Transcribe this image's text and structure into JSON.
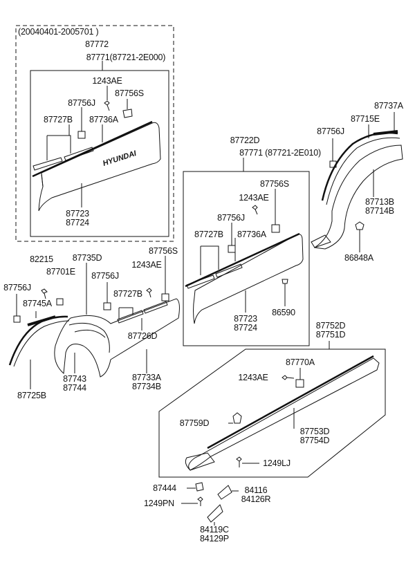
{
  "diagram": {
    "top_left_group": {
      "date_range": "(20040401-2005701 )",
      "assembly_no": "87772",
      "kit_label": "87771(87721-2E000)",
      "parts": {
        "screw": "1243AE",
        "clip_s": "87756S",
        "clip_j": "87756J",
        "tape_b": "87727B",
        "tape_a": "87736A",
        "molding_l1": "87723",
        "molding_l2": "87724"
      },
      "emblem_text": "HYUNDAI"
    },
    "right_group": {
      "assembly_no": "87722D",
      "kit_label": "87771  (87721-2E010)",
      "parts": {
        "clip_s": "87756S",
        "screw": "1243AE",
        "clip_j": "87756J",
        "tape_b": "87727B",
        "tape_a": "87736A",
        "clip_bottom": "86590",
        "molding_l1": "87723",
        "molding_l2": "87724"
      }
    },
    "rear_arch": {
      "tape": "87737A",
      "clip_j": "87756J",
      "molding": "87715E",
      "panel_l1": "87713B",
      "panel_l2": "87714B",
      "nut": "86848A"
    },
    "front_arch": {
      "screw_a": "82215",
      "screw_b": "87701E",
      "molding_d": "87735D",
      "clip_s": "87756S",
      "screw_c": "1243AE",
      "clip_j_left": "87756J",
      "tape_a": "87745A",
      "clip_j_mid": "87756J",
      "tape_b": "87727B",
      "tape_d": "87726D",
      "arch_l1": "87743",
      "arch_l2": "87744",
      "panel_l1": "87733A",
      "panel_l2": "87734B",
      "molding_b": "87725B"
    },
    "sill_group": {
      "assembly_l1": "87752D",
      "assembly_l2": "87751D",
      "clip_a": "87770A",
      "screw": "1243AE",
      "clip_d": "87759D",
      "sill_l1": "87753D",
      "sill_l2": "87754D",
      "screw_lj": "1249LJ"
    },
    "bottom_parts": {
      "clip": "87444",
      "pad1_l1": "84116",
      "pad1_l2": "84126R",
      "screw_pn": "1249PN",
      "pad2_l1": "84119C",
      "pad2_l2": "84129P"
    }
  }
}
